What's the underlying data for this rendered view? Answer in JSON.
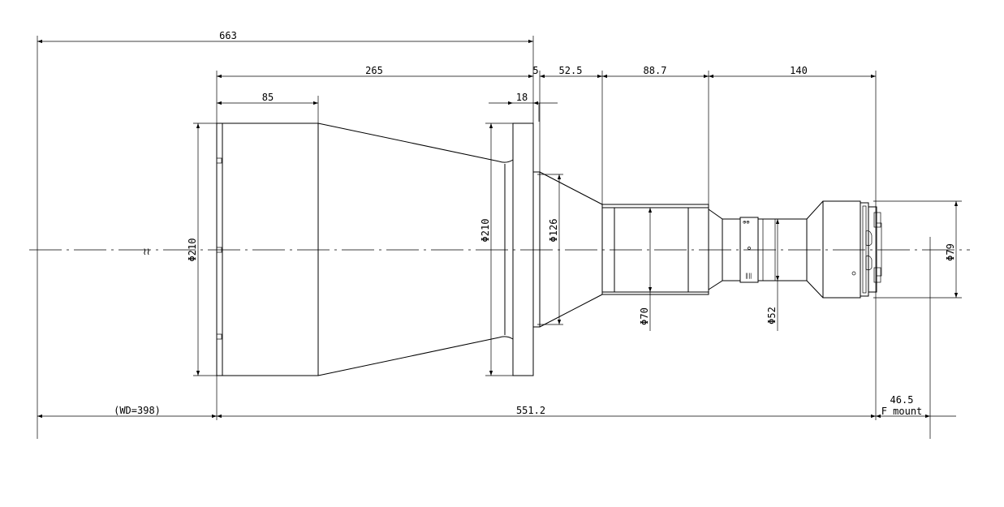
{
  "dimensions": {
    "overall_length": "663",
    "lens_length": "265",
    "front_barrel_length": "85",
    "flange_thickness": "18",
    "flange_gap": "5",
    "step_1": "52.5",
    "step_2": "88.7",
    "step_3": "140",
    "working_distance": "(WD=398)",
    "optical_length": "551.2",
    "mount_offset": "46.5",
    "mount_type": "F mount"
  },
  "diameters": {
    "front_diameter": "Φ210",
    "flange_diameter": "Φ210",
    "cone_diameter": "Φ126",
    "barrel_diameter": "Φ70",
    "focus_diameter": "Φ52",
    "mount_diameter": "Φ79"
  },
  "markings": {
    "break_symbol": "≀≀",
    "ring_mark_top": "⊕⊕",
    "ring_mark_bottom": "‖‖"
  }
}
